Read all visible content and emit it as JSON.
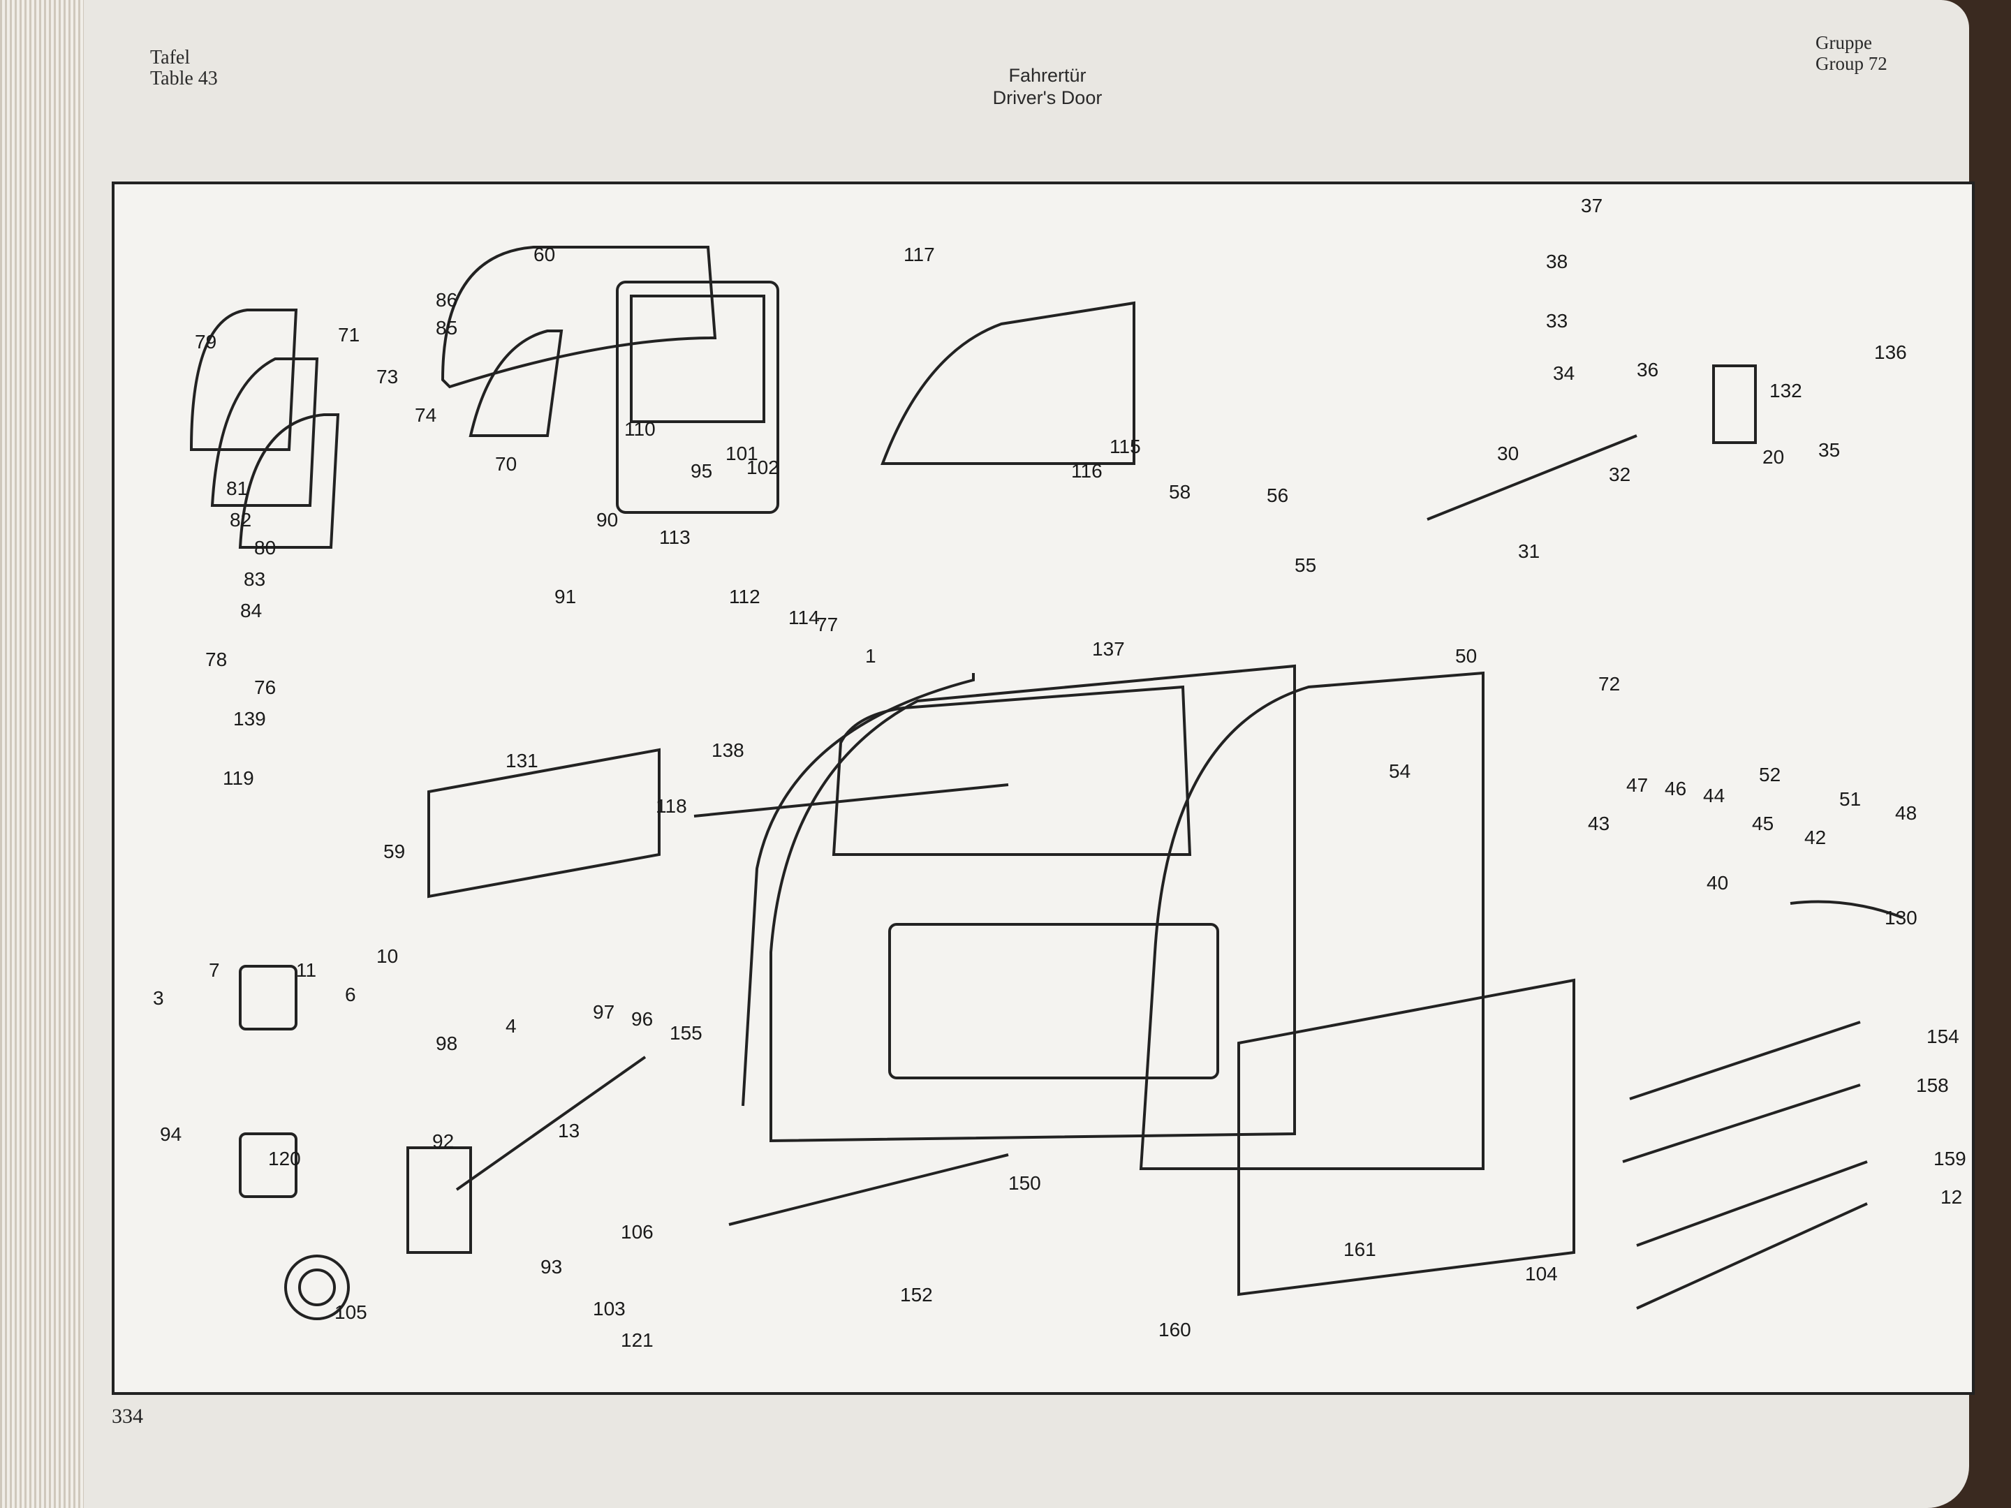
{
  "header": {
    "tafel_label": "Tafel",
    "table_label": "Table",
    "table_number": "43",
    "title_de": "Fahrertür",
    "title_en": "Driver's Door",
    "gruppe_label": "Gruppe",
    "group_label": "Group",
    "group_number": "72"
  },
  "page_number": "334",
  "parts": [
    {
      "n": "37"
    },
    {
      "n": "38"
    },
    {
      "n": "33"
    },
    {
      "n": "34"
    },
    {
      "n": "36"
    },
    {
      "n": "136"
    },
    {
      "n": "132"
    },
    {
      "n": "20"
    },
    {
      "n": "35"
    },
    {
      "n": "117"
    },
    {
      "n": "60"
    },
    {
      "n": "86"
    },
    {
      "n": "85"
    },
    {
      "n": "79"
    },
    {
      "n": "71"
    },
    {
      "n": "73"
    },
    {
      "n": "74"
    },
    {
      "n": "110"
    },
    {
      "n": "101"
    },
    {
      "n": "102"
    },
    {
      "n": "95"
    },
    {
      "n": "70"
    },
    {
      "n": "115"
    },
    {
      "n": "116"
    },
    {
      "n": "30"
    },
    {
      "n": "32"
    },
    {
      "n": "31"
    },
    {
      "n": "58"
    },
    {
      "n": "56"
    },
    {
      "n": "55"
    },
    {
      "n": "81"
    },
    {
      "n": "82"
    },
    {
      "n": "80"
    },
    {
      "n": "83"
    },
    {
      "n": "84"
    },
    {
      "n": "90"
    },
    {
      "n": "113"
    },
    {
      "n": "91"
    },
    {
      "n": "112"
    },
    {
      "n": "114"
    },
    {
      "n": "77"
    },
    {
      "n": "78"
    },
    {
      "n": "76"
    },
    {
      "n": "139"
    },
    {
      "n": "1"
    },
    {
      "n": "137"
    },
    {
      "n": "50"
    },
    {
      "n": "72"
    },
    {
      "n": "119"
    },
    {
      "n": "131"
    },
    {
      "n": "138"
    },
    {
      "n": "54"
    },
    {
      "n": "52"
    },
    {
      "n": "51"
    },
    {
      "n": "48"
    },
    {
      "n": "47"
    },
    {
      "n": "46"
    },
    {
      "n": "44"
    },
    {
      "n": "43"
    },
    {
      "n": "45"
    },
    {
      "n": "42"
    },
    {
      "n": "40"
    },
    {
      "n": "130"
    },
    {
      "n": "118"
    },
    {
      "n": "59"
    },
    {
      "n": "10"
    },
    {
      "n": "7"
    },
    {
      "n": "11"
    },
    {
      "n": "3"
    },
    {
      "n": "6"
    },
    {
      "n": "4"
    },
    {
      "n": "98"
    },
    {
      "n": "97"
    },
    {
      "n": "96"
    },
    {
      "n": "155"
    },
    {
      "n": "154"
    },
    {
      "n": "158"
    },
    {
      "n": "159"
    },
    {
      "n": "12"
    },
    {
      "n": "94"
    },
    {
      "n": "92"
    },
    {
      "n": "13"
    },
    {
      "n": "120"
    },
    {
      "n": "150"
    },
    {
      "n": "161"
    },
    {
      "n": "104"
    },
    {
      "n": "106"
    },
    {
      "n": "93"
    },
    {
      "n": "105"
    },
    {
      "n": "103"
    },
    {
      "n": "121"
    },
    {
      "n": "152"
    },
    {
      "n": "160"
    }
  ]
}
